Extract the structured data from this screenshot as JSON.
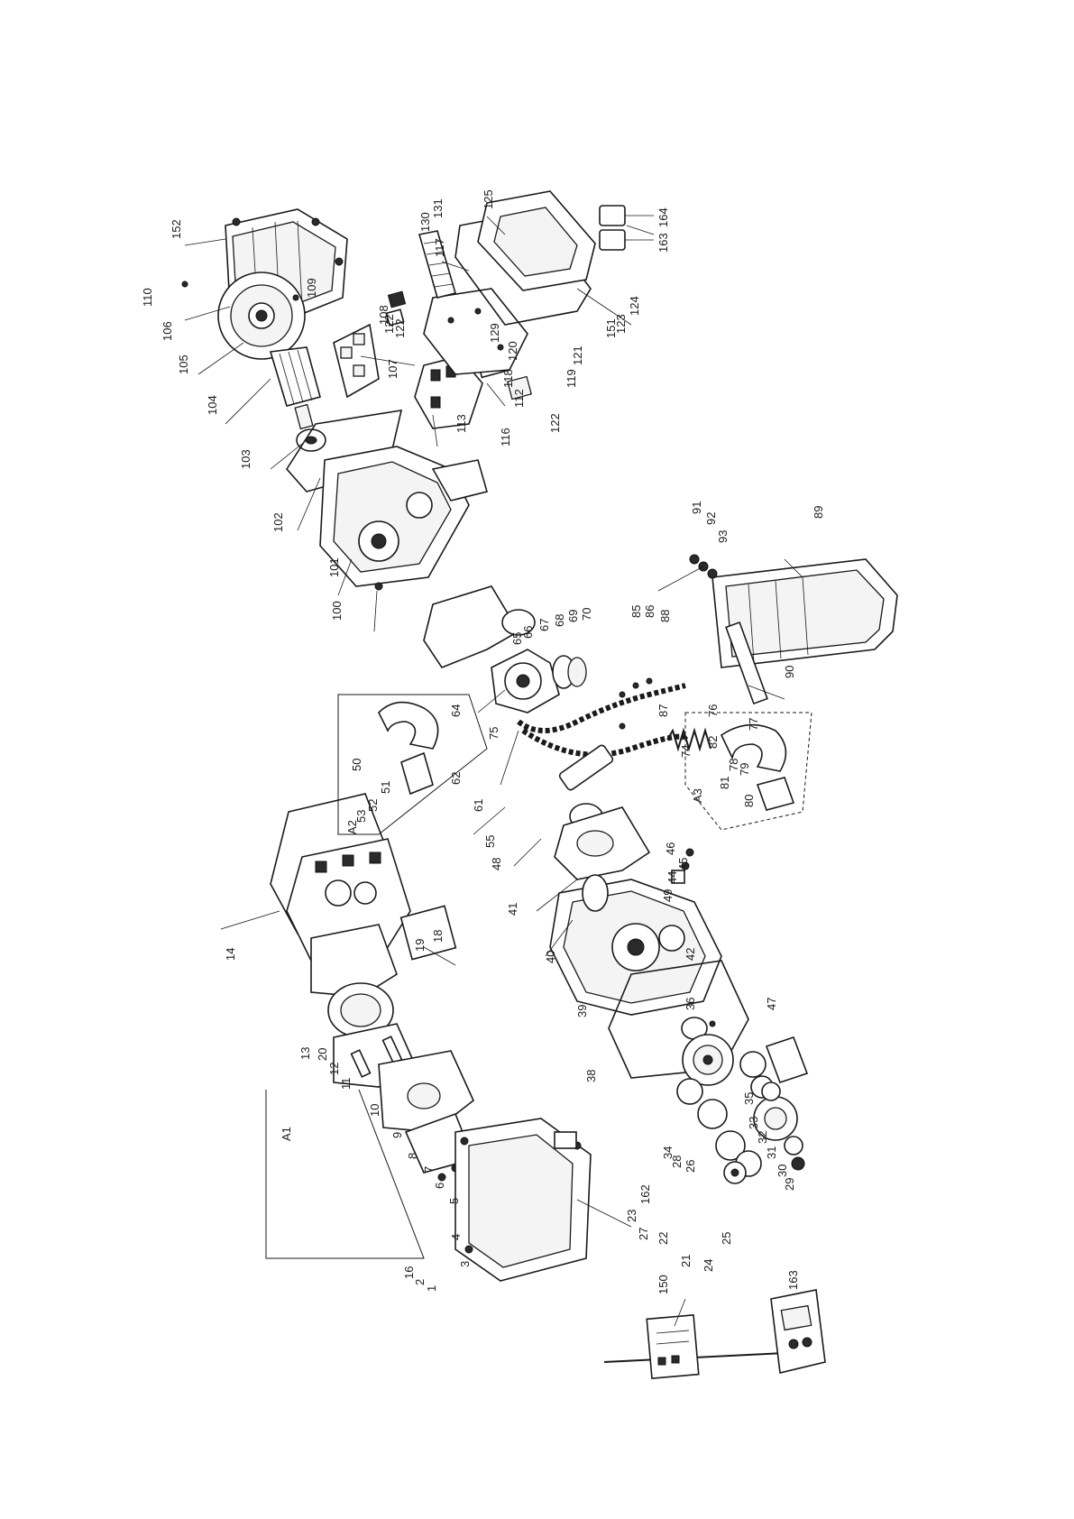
{
  "part_labels": [
    {
      "id": "p1",
      "text": "1"
    },
    {
      "id": "p2",
      "text": "2"
    },
    {
      "id": "p3",
      "text": "3"
    },
    {
      "id": "p4",
      "text": "4"
    },
    {
      "id": "p5",
      "text": "5"
    },
    {
      "id": "p6",
      "text": "6"
    },
    {
      "id": "p7",
      "text": "7"
    },
    {
      "id": "p8",
      "text": "8"
    },
    {
      "id": "p9",
      "text": "9"
    },
    {
      "id": "p10",
      "text": "10"
    },
    {
      "id": "p11",
      "text": "11"
    },
    {
      "id": "p12",
      "text": "12"
    },
    {
      "id": "p13",
      "text": "13"
    },
    {
      "id": "p14",
      "text": "14"
    },
    {
      "id": "p16",
      "text": "16"
    },
    {
      "id": "p18",
      "text": "18"
    },
    {
      "id": "p19",
      "text": "19"
    },
    {
      "id": "p20",
      "text": "20"
    },
    {
      "id": "p21",
      "text": "21"
    },
    {
      "id": "p22",
      "text": "22"
    },
    {
      "id": "p23",
      "text": "23"
    },
    {
      "id": "p24",
      "text": "24"
    },
    {
      "id": "p25",
      "text": "25"
    },
    {
      "id": "p26",
      "text": "26"
    },
    {
      "id": "p27",
      "text": "27"
    },
    {
      "id": "p28",
      "text": "28"
    },
    {
      "id": "p29",
      "text": "29"
    },
    {
      "id": "p30",
      "text": "30"
    },
    {
      "id": "p31",
      "text": "31"
    },
    {
      "id": "p32",
      "text": "32"
    },
    {
      "id": "p33",
      "text": "33"
    },
    {
      "id": "p34",
      "text": "34"
    },
    {
      "id": "p35",
      "text": "35"
    },
    {
      "id": "p36",
      "text": "36"
    },
    {
      "id": "p38",
      "text": "38"
    },
    {
      "id": "p39",
      "text": "39"
    },
    {
      "id": "p40",
      "text": "40"
    },
    {
      "id": "p41",
      "text": "41"
    },
    {
      "id": "p42",
      "text": "42"
    },
    {
      "id": "p44",
      "text": "44"
    },
    {
      "id": "p45",
      "text": "45"
    },
    {
      "id": "p46",
      "text": "46"
    },
    {
      "id": "p47",
      "text": "47"
    },
    {
      "id": "p48",
      "text": "48"
    },
    {
      "id": "p49",
      "text": "49"
    },
    {
      "id": "p50",
      "text": "50"
    },
    {
      "id": "p51",
      "text": "51"
    },
    {
      "id": "p52",
      "text": "52"
    },
    {
      "id": "p53",
      "text": "53"
    },
    {
      "id": "p55",
      "text": "55"
    },
    {
      "id": "p61",
      "text": "61"
    },
    {
      "id": "p62",
      "text": "62"
    },
    {
      "id": "p64",
      "text": "64"
    },
    {
      "id": "p65",
      "text": "65"
    },
    {
      "id": "p66",
      "text": "66"
    },
    {
      "id": "p67",
      "text": "67"
    },
    {
      "id": "p68",
      "text": "68"
    },
    {
      "id": "p69",
      "text": "69"
    },
    {
      "id": "p70",
      "text": "70"
    },
    {
      "id": "p74",
      "text": "74"
    },
    {
      "id": "p75",
      "text": "75"
    },
    {
      "id": "p76",
      "text": "76"
    },
    {
      "id": "p77",
      "text": "77"
    },
    {
      "id": "p78",
      "text": "78"
    },
    {
      "id": "p79",
      "text": "79"
    },
    {
      "id": "p80",
      "text": "80"
    },
    {
      "id": "p81",
      "text": "81"
    },
    {
      "id": "p82",
      "text": "82"
    },
    {
      "id": "p85",
      "text": "85"
    },
    {
      "id": "p86",
      "text": "86"
    },
    {
      "id": "p87",
      "text": "87"
    },
    {
      "id": "p88",
      "text": "88"
    },
    {
      "id": "p89",
      "text": "89"
    },
    {
      "id": "p90",
      "text": "90"
    },
    {
      "id": "p91",
      "text": "91"
    },
    {
      "id": "p92",
      "text": "92"
    },
    {
      "id": "p93",
      "text": "93"
    },
    {
      "id": "p100",
      "text": "100"
    },
    {
      "id": "p101",
      "text": "101"
    },
    {
      "id": "p102",
      "text": "102"
    },
    {
      "id": "p103",
      "text": "103"
    },
    {
      "id": "p104",
      "text": "104"
    },
    {
      "id": "p105",
      "text": "105"
    },
    {
      "id": "p106",
      "text": "106"
    },
    {
      "id": "p107",
      "text": "107"
    },
    {
      "id": "p108",
      "text": "108"
    },
    {
      "id": "p109",
      "text": "109"
    },
    {
      "id": "p110",
      "text": "110"
    },
    {
      "id": "p112",
      "text": "112"
    },
    {
      "id": "p113",
      "text": "113"
    },
    {
      "id": "p116",
      "text": "116"
    },
    {
      "id": "p117",
      "text": "117"
    },
    {
      "id": "p118",
      "text": "118"
    },
    {
      "id": "p119",
      "text": "119"
    },
    {
      "id": "p120",
      "text": "120"
    },
    {
      "id": "p121",
      "text": "121"
    },
    {
      "id": "p122a",
      "text": "122"
    },
    {
      "id": "p122b",
      "text": "122"
    },
    {
      "id": "p122c",
      "text": "122"
    },
    {
      "id": "p123",
      "text": "123"
    },
    {
      "id": "p124",
      "text": "124"
    },
    {
      "id": "p125",
      "text": "125"
    },
    {
      "id": "p129",
      "text": "129"
    },
    {
      "id": "p130",
      "text": "130"
    },
    {
      "id": "p131",
      "text": "131"
    },
    {
      "id": "p150",
      "text": "150"
    },
    {
      "id": "p151",
      "text": "151"
    },
    {
      "id": "p152",
      "text": "152"
    },
    {
      "id": "p162",
      "text": "162"
    },
    {
      "id": "p163a",
      "text": "163"
    },
    {
      "id": "p163b",
      "text": "163"
    },
    {
      "id": "p164",
      "text": "164"
    }
  ],
  "group_labels": [
    {
      "id": "gA1",
      "text": "A1"
    },
    {
      "id": "gA2",
      "text": "A2"
    },
    {
      "id": "gA3",
      "text": "A3"
    }
  ]
}
